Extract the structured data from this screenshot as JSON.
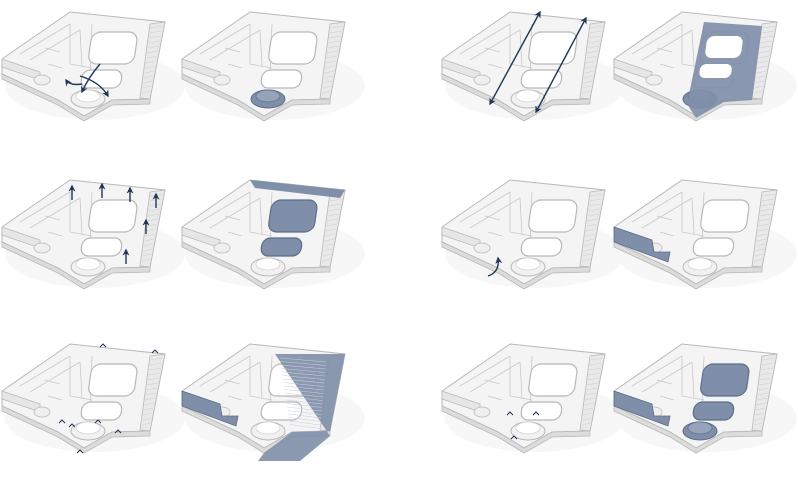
{
  "colors": {
    "background": "#ffffff",
    "massing_fill": "#f4f4f4",
    "massing_side": "#dcdcdc",
    "massing_line": "#b8b8b8",
    "highlight": "#7f8fa9",
    "highlight_dark": "#5d6e8c",
    "arrow": "#1f3658"
  },
  "diagram": {
    "pairs": [
      {
        "id": "circulation",
        "arrow_type": "curved-loop"
      },
      {
        "id": "axis",
        "arrow_type": "diagonal-double"
      },
      {
        "id": "facades",
        "arrow_type": "vertical-up"
      },
      {
        "id": "entry",
        "arrow_type": "curved-entry"
      },
      {
        "id": "edges",
        "arrow_type": "chevrons"
      },
      {
        "id": "volumes",
        "arrow_type": "chevrons-small"
      }
    ]
  }
}
